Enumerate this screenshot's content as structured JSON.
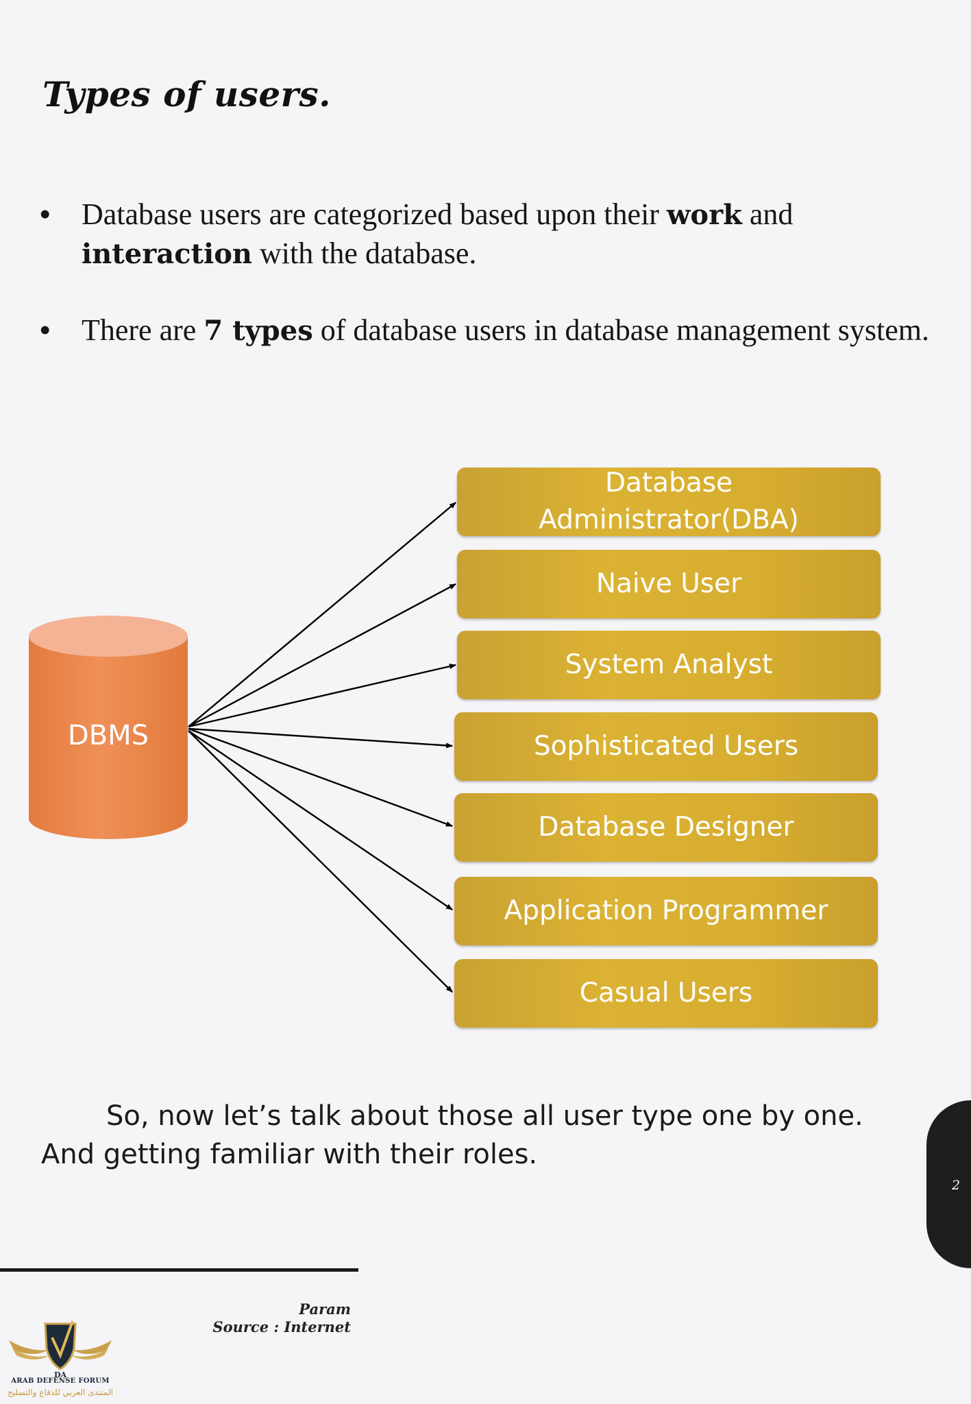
{
  "slide": {
    "title": "Types of users.",
    "bullets": [
      {
        "parts": [
          {
            "text": "Database users are categorized  based upon their ",
            "bold": false
          },
          {
            "text": "work",
            "bold": true
          },
          {
            "text": " and ",
            "bold": false
          },
          {
            "text": "interaction",
            "bold": true
          },
          {
            "text": " with the database.",
            "bold": false
          }
        ]
      },
      {
        "parts": [
          {
            "text": "There are ",
            "bold": false
          },
          {
            "text": "7 types",
            "bold": true
          },
          {
            "text": " of database users in database management system.",
            "bold": false
          }
        ]
      }
    ],
    "closing": "So, now let’s talk about those all user type one by one. And getting familiar with their roles.",
    "page_number": "2"
  },
  "diagram": {
    "source": "DBMS",
    "targets": [
      "Database Administrator(DBA)",
      "Naive User",
      "System Analyst",
      "Sophisticated Users",
      "Database Designer",
      "Application Programmer",
      "Casual Users"
    ],
    "colors": {
      "cylinder": "#ec8a4f",
      "cylinder_top": "#f2b08f",
      "box": "#d4aa30",
      "arrow": "#000000"
    }
  },
  "footer": {
    "name": "Param",
    "source": "Source : Internet"
  },
  "watermark": {
    "logo_icon": "arab-defense-forum-logo",
    "text_en": "ARAB DEFENSE FORUM",
    "text_ar": "المنتدى العربي للدفاع والتسليح"
  }
}
